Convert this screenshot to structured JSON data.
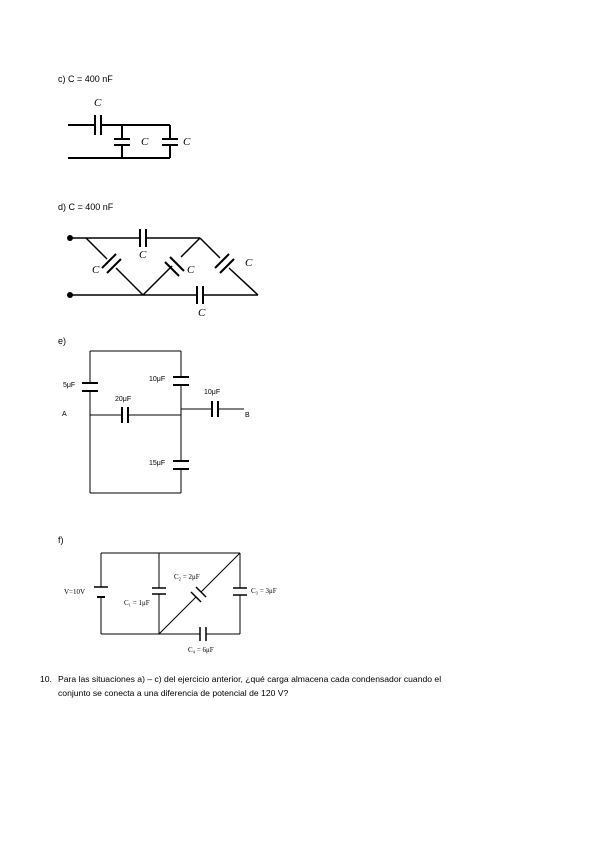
{
  "sections": {
    "c": {
      "label": "c) C = 400 nF",
      "cap": "C"
    },
    "d": {
      "label": "d) C = 400 nF",
      "cap": "C"
    },
    "e": {
      "label": "e)",
      "c5": "5μF",
      "c20": "20μF",
      "c10a": "10μF",
      "c10b": "10μF",
      "c15": "15μF",
      "nodeA": "A",
      "nodeB": "B"
    },
    "f": {
      "label": "f)",
      "v": "V=10V",
      "c1": "C₁ = 1μF",
      "c2": "C₂ = 2μF",
      "c3": "C₃ = 3μF",
      "c4": "C₄ = 6μF"
    }
  },
  "question": {
    "number": "10.",
    "line1": "Para las situaciones a) – c) del ejercicio anterior, ¿qué carga almacena cada condensador cuando el",
    "line2": "conjunto se conecta a una diferencia de potencial de 120 V?"
  }
}
